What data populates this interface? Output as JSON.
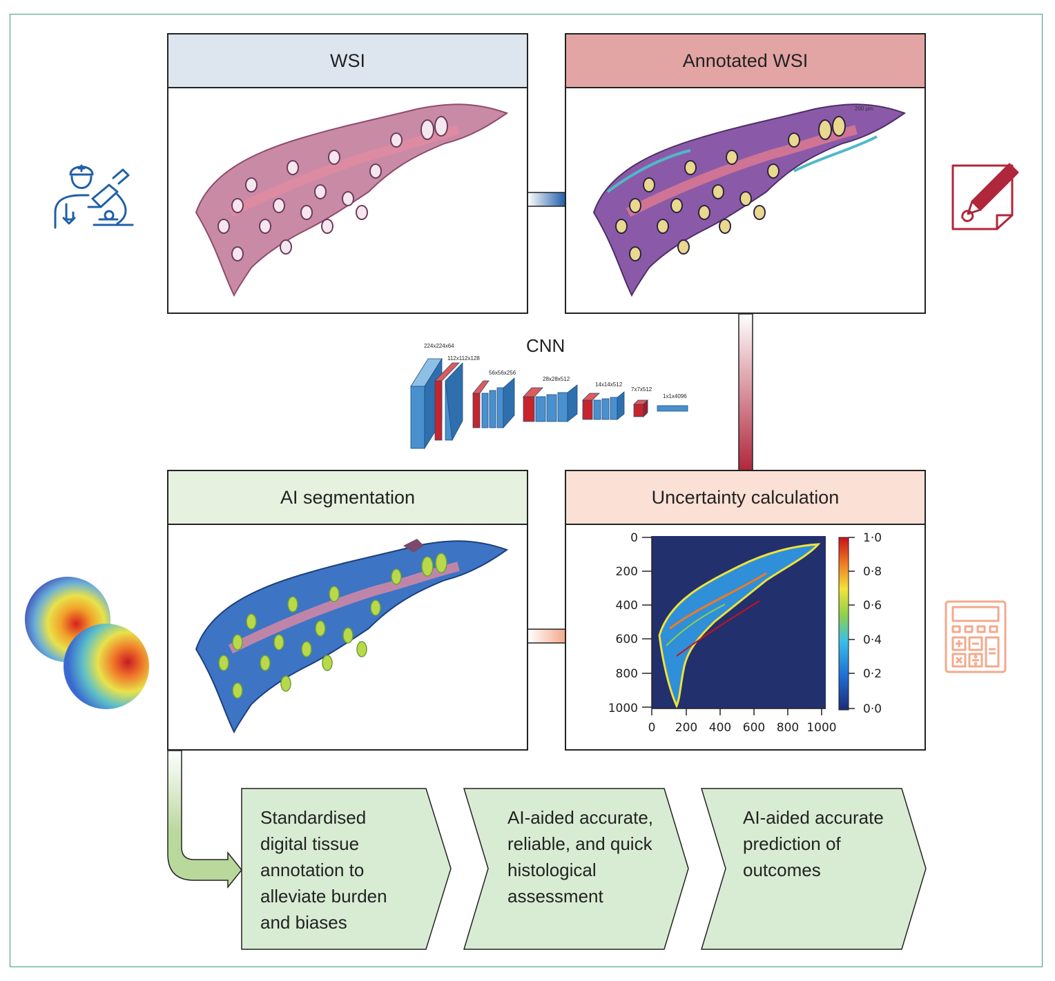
{
  "panels": {
    "wsi": {
      "title": "WSI",
      "header_color": "#dde5ef"
    },
    "annotated": {
      "title": "Annotated WSI",
      "header_color": "#e3a4a4"
    },
    "segmentation": {
      "title": "AI segmentation",
      "header_color": "#e6f1df"
    },
    "uncertainty": {
      "title": "Uncertainty calculation",
      "header_color": "#fbe0d6"
    }
  },
  "cnn": {
    "title": "CNN",
    "layers": [
      "224x224x64",
      "112x112x128",
      "56x56x256",
      "28x28x512",
      "14x14x512",
      "7x7x512",
      "1x1x4096"
    ]
  },
  "annotated_scale": "200 µm",
  "uncertainty_plot": {
    "y_ticks": [
      "0",
      "200",
      "400",
      "600",
      "800",
      "1000"
    ],
    "x_ticks": [
      "0",
      "200",
      "400",
      "600",
      "800",
      "1000"
    ],
    "colorbar_ticks": [
      "1·0",
      "0·8",
      "0·6",
      "0·4",
      "0·2",
      "0·0"
    ]
  },
  "outcomes": [
    {
      "lines": [
        "Standardised",
        "digital tissue",
        "annotation to",
        "alleviate burden",
        "and biases"
      ]
    },
    {
      "lines": [
        "AI-aided accurate,",
        "reliable, and quick",
        "histological",
        "assessment"
      ]
    },
    {
      "lines": [
        "AI-aided accurate",
        "prediction of",
        "outcomes"
      ]
    }
  ],
  "colors": {
    "frame": "#3f9a7b",
    "arrow_fill": "#d8ecd3",
    "blue_accent": "#1f5fa8",
    "red_accent": "#b0263a",
    "orange_accent": "#f3a98c"
  }
}
